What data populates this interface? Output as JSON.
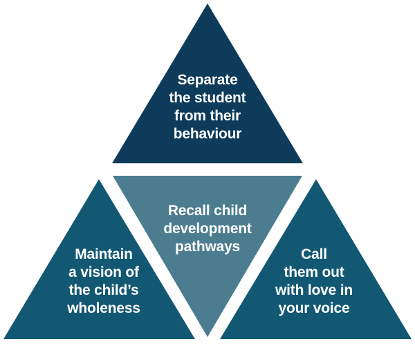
{
  "diagram": {
    "colors": {
      "top": "#0e3b59",
      "center": "#4b7c8f",
      "left": "#125873",
      "right": "#125873",
      "text": "#ffffff"
    },
    "top": {
      "lines": [
        "Separate",
        "the student",
        "from their",
        "behaviour"
      ]
    },
    "center": {
      "lines": [
        "Recall child",
        "development",
        "pathways"
      ]
    },
    "left": {
      "lines": [
        "Maintain",
        "a vision of",
        "the child’s",
        "wholeness"
      ]
    },
    "right": {
      "lines": [
        "Call",
        "them out",
        "with love in",
        "your voice"
      ]
    }
  }
}
